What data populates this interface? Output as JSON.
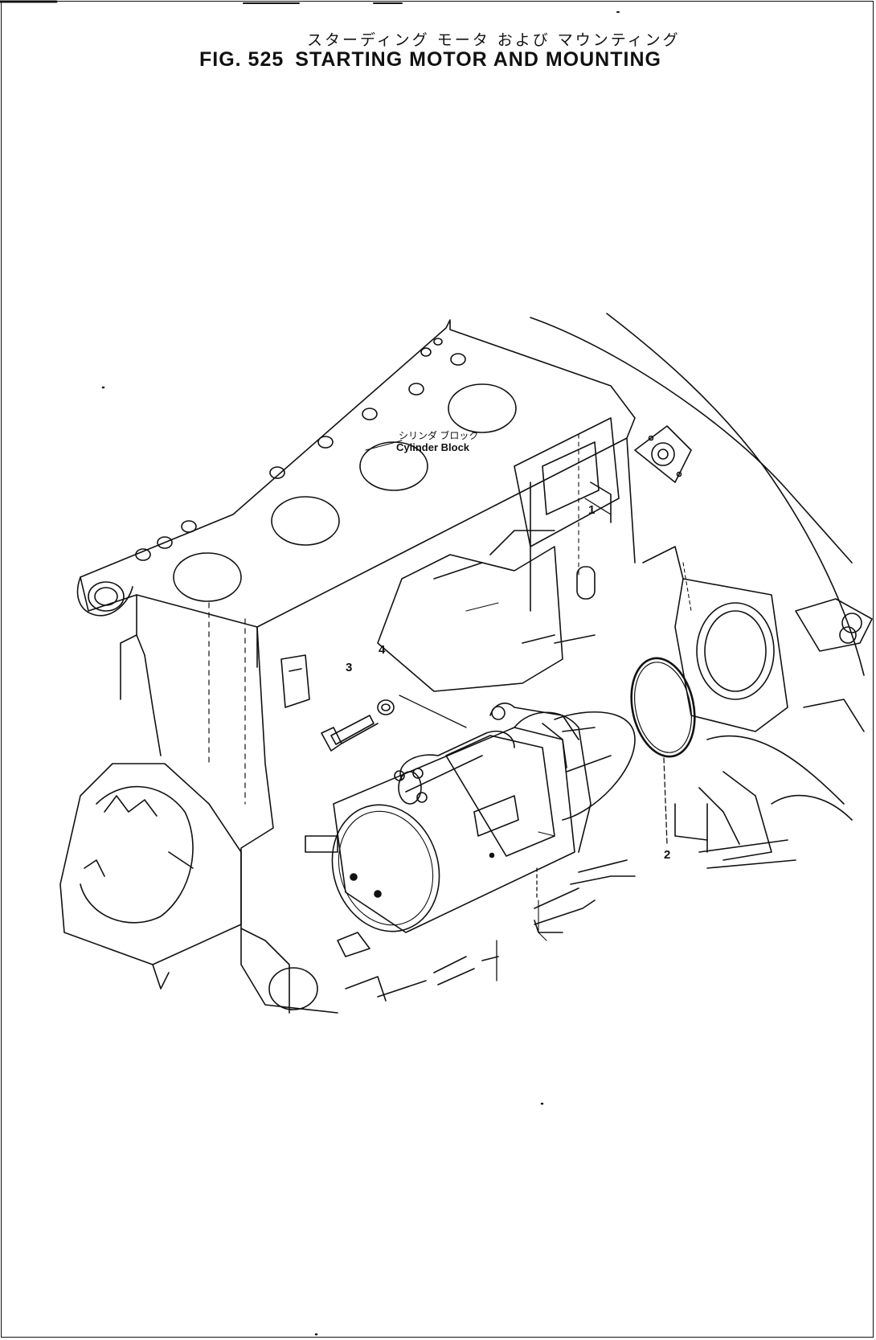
{
  "header": {
    "title_jp": "スターディング モータ および マウンティング",
    "fig_label": "FIG. 525",
    "title_en": "STARTING MOTOR AND MOUNTING"
  },
  "diagram": {
    "component_label_jp": "シリンダ ブロック",
    "component_label_en": "Cylinder Block",
    "callouts": [
      "1",
      "2",
      "3",
      "4"
    ]
  }
}
